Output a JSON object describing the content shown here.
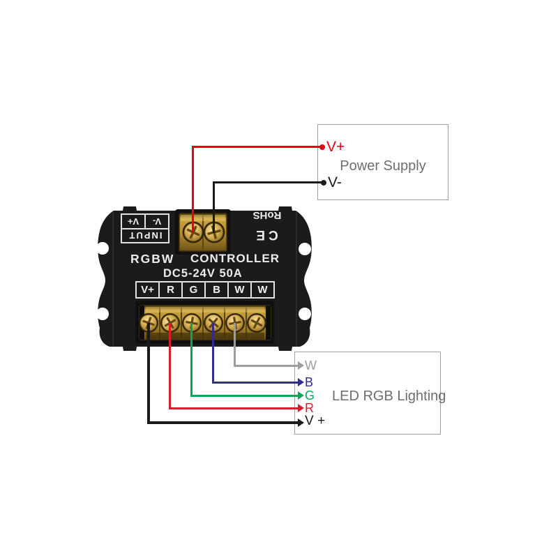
{
  "power_supply": {
    "title": "Power Supply",
    "v_plus_label": "V+",
    "v_minus_label": "V-"
  },
  "led_lighting": {
    "title": "LED RGB Lighting",
    "pin_w": "W",
    "pin_b": "B",
    "pin_g": "G",
    "pin_r": "R",
    "pin_v_plus": "V +"
  },
  "controller": {
    "brand": "RGBW",
    "type": "CONTROLLER",
    "spec": "DC5-24V 50A",
    "input_block": {
      "title": "INPUT",
      "v_minus": "V-",
      "v_plus": "V+"
    },
    "certifications": {
      "ce": "CE",
      "rohs": "RoHS"
    },
    "terminals": [
      "V+",
      "R",
      "G",
      "B",
      "W",
      "W"
    ]
  },
  "wires": {
    "power_v_plus": {
      "color": "#e60013",
      "connects": "controller input left screw to Power Supply V+"
    },
    "power_v_minus": {
      "color": "#1a1a1a",
      "connects": "controller input right screw to Power Supply V-"
    },
    "led_w": {
      "color": "#9d9d9d",
      "connects": "terminal W to LED strip W"
    },
    "led_b": {
      "color": "#312d8c",
      "connects": "terminal B to LED strip B"
    },
    "led_g": {
      "color": "#00a859",
      "connects": "terminal G to LED strip G"
    },
    "led_r": {
      "color": "#dd1b2c",
      "connects": "terminal R to LED strip R"
    },
    "led_v_plus": {
      "color": "#1a1a1a",
      "connects": "terminal V+ to LED strip V +"
    }
  },
  "colors": {
    "label_gray": "#6e6e6e",
    "box_border": "#a0a0a0",
    "plate_black": "#1b1b1b",
    "terminal_amber": "#b8902e"
  }
}
